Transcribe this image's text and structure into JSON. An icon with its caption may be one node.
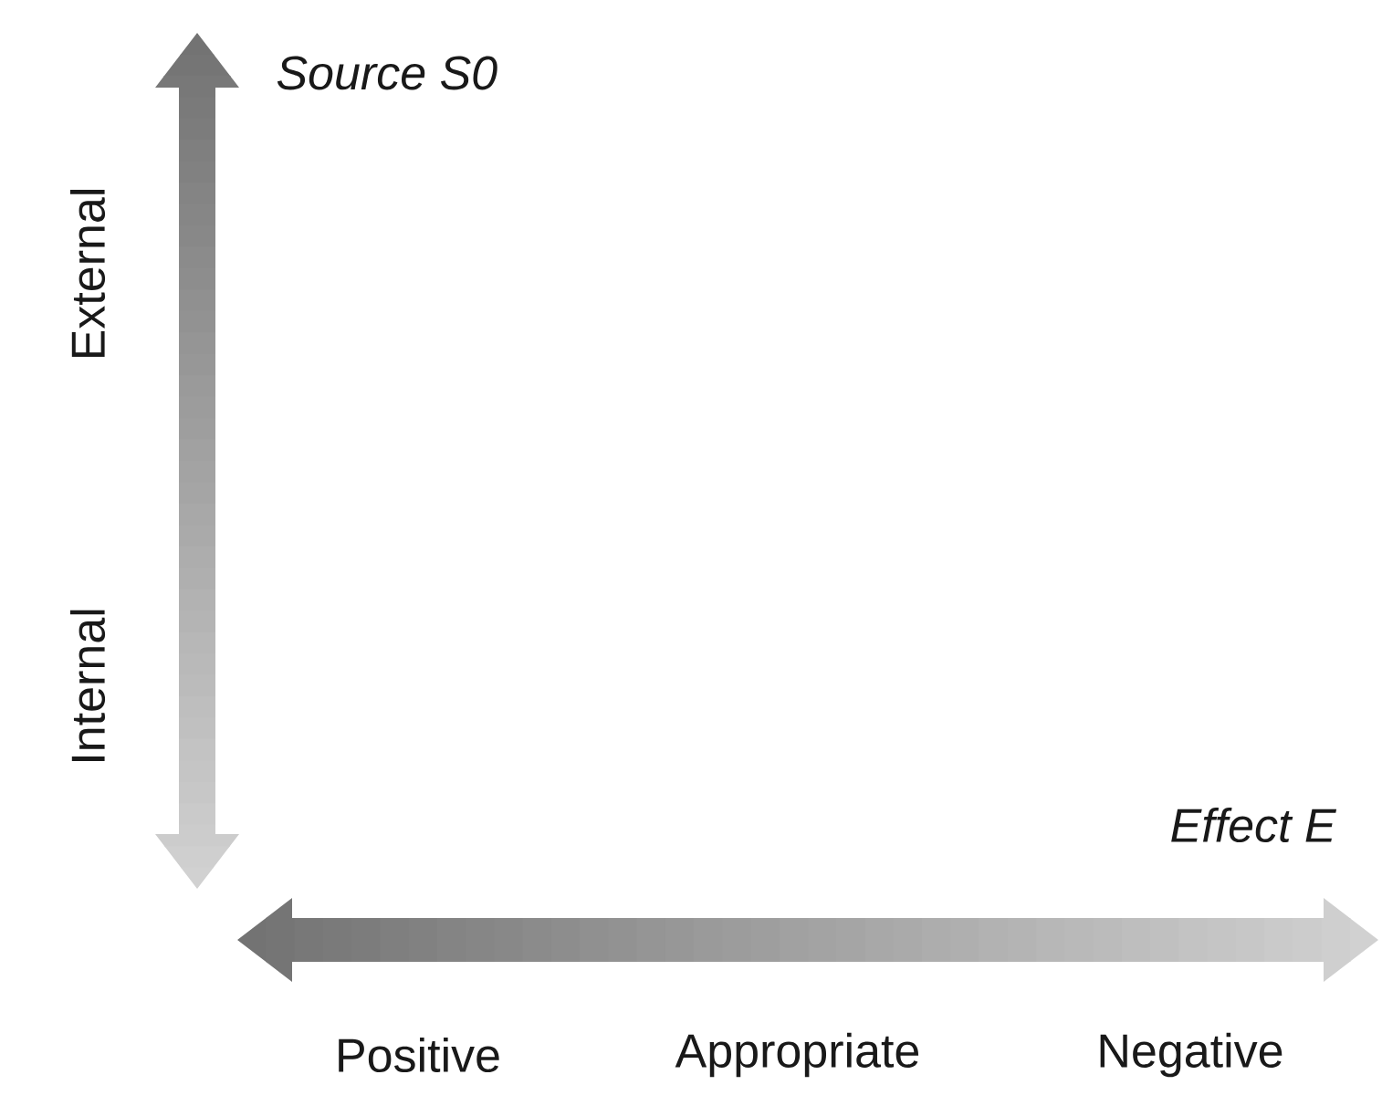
{
  "diagram": {
    "labels": [
      "Source S0",
      "External",
      "Internal",
      "Effect E",
      "Positive",
      "Appropriate",
      "Negative"
    ]
  }
}
